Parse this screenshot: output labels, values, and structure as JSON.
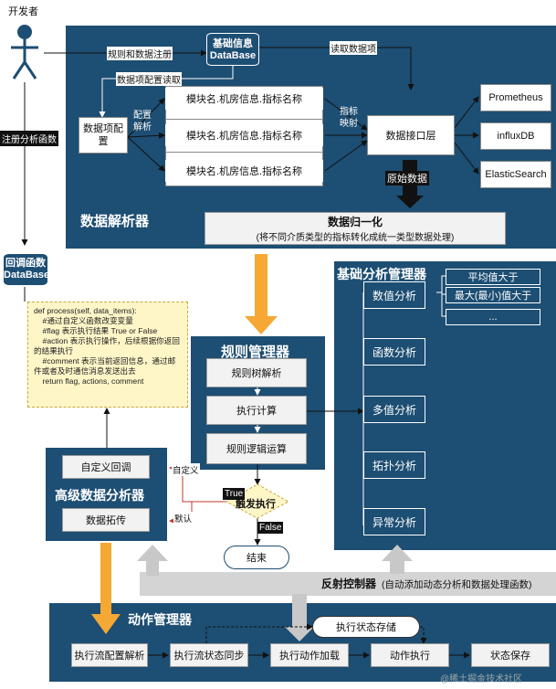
{
  "actor": {
    "label": "开发者"
  },
  "side_label": "注册分析函数",
  "labels": {
    "register": "规则和数据注册",
    "read_items": "读取数据项",
    "item_config_read": "数据项配置读取",
    "config_parse": "配置\n解析",
    "indicator_map": "指标\n映射",
    "raw_data": "原始数据",
    "custom_def": "自定义",
    "default": "默认",
    "true": "True",
    "false": "False"
  },
  "basic_db": {
    "title": "基础信息",
    "sub": "DataBase"
  },
  "callback_db": {
    "title": "回调函数",
    "sub": "DataBase"
  },
  "data_parser": {
    "title": "数据解析器",
    "item_config": "数据项配\n置",
    "modules": [
      "模块名.机房信息.指标名称",
      "模块名.机房信息.指标名称",
      "模块名.机房信息.指标名称"
    ],
    "data_interface": "数据接口层",
    "backends": [
      "Prometheus",
      "influxDB",
      "ElasticSearch"
    ],
    "normalize_title": "数据归一化",
    "normalize_sub": "(将不同介质类型的指标转化成统一类型数据处理)"
  },
  "code_note": [
    "def process(self, data_items):",
    "    #通过自定义函数改变变量",
    "    #flag 表示执行结果 True or False",
    "    #action 表示执行操作，后续根据你返回",
    "的结果执行",
    "    #comment 表示当前返回信息，通过邮",
    "件或者及时通信消息发送出去",
    "    return flag, actions, comment"
  ],
  "rule_manager": {
    "title": "规则管理器",
    "steps": [
      "规则树解析",
      "执行计算",
      "规则逻辑运算"
    ],
    "decision": "触发执行",
    "end": "结束"
  },
  "advanced": {
    "title": "高级数据分析器",
    "items": [
      "自定义回调",
      "数据拓传"
    ]
  },
  "basic_analysis": {
    "title": "基础分析管理器",
    "items": [
      "数值分析",
      "函数分析",
      "多值分析",
      "拓扑分析",
      "异常分析"
    ],
    "sub_items": [
      "平均值大于",
      "最大(最小)值大于",
      "..."
    ]
  },
  "reflection": {
    "title": "反射控制器",
    "sub": "(自动添加动态分析和数据处理函数)"
  },
  "action_manager": {
    "title": "动作管理器",
    "state_store": "执行状态存储",
    "steps": [
      "执行流配置解析",
      "执行流状态同步",
      "执行动作加载",
      "动作执行",
      "状态保存"
    ]
  },
  "watermark": "@稀土掘金技术社区",
  "colors": {
    "panel": "#1d4e73",
    "orange": "#f5a833",
    "gray_arrow": "#c8c8c8",
    "red": "#c0392b",
    "note_bg": "#fff6c8"
  }
}
